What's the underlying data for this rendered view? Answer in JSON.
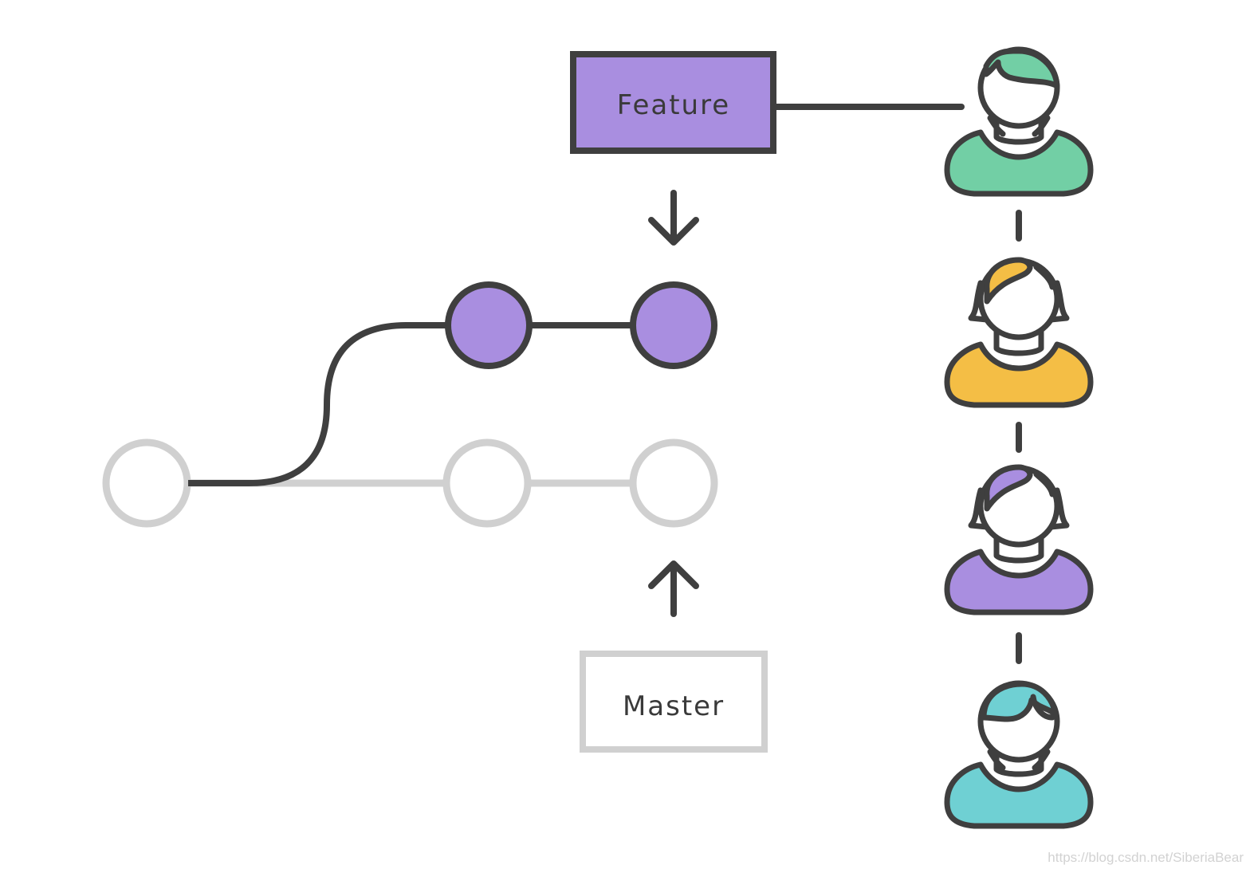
{
  "branches": {
    "feature": {
      "label": "Feature",
      "color": "#a98ee0"
    },
    "master": {
      "label": "Master",
      "color": "#d0d0d0"
    }
  },
  "colors": {
    "stroke": "#3f3f3f",
    "skin": "#ffffff",
    "person_1": "#72cfa5",
    "person_2": "#f4be45",
    "person_3": "#a98ee0",
    "person_4": "#6fd0d3"
  },
  "people": [
    {
      "icon": "male-user-icon",
      "color": "#72cfa5"
    },
    {
      "icon": "female-user-icon",
      "color": "#f4be45"
    },
    {
      "icon": "female-user-icon",
      "color": "#a98ee0"
    },
    {
      "icon": "male-user-icon",
      "color": "#6fd0d3"
    }
  ],
  "watermark": "https://blog.csdn.net/SiberiaBear"
}
